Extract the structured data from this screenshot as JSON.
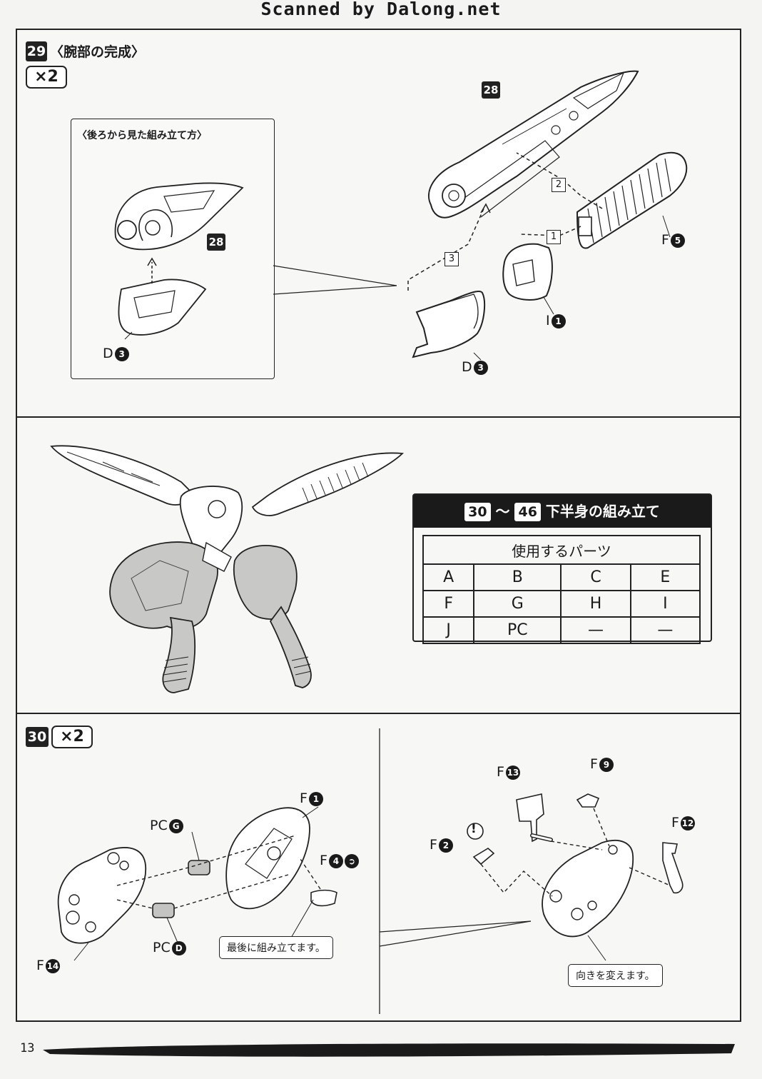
{
  "scan_credit": "Scanned by Dalong.net",
  "step29": {
    "number": "29",
    "title": "〈腕部の完成〉",
    "multiplier": "×2",
    "inset_title": "〈後ろから見た組み立て方〉",
    "inset_parts": [
      {
        "letter": "D",
        "num": "3"
      }
    ],
    "inset_ref": "28",
    "main_ref": "28",
    "order_marks": [
      "1",
      "2",
      "3"
    ],
    "parts": [
      {
        "letter": "F",
        "num": "5"
      },
      {
        "letter": "I",
        "num": "1"
      },
      {
        "letter": "D",
        "num": "3"
      }
    ]
  },
  "section": {
    "range_start": "30",
    "range_sep": "〜",
    "range_end": "46",
    "title": "下半身の組み立て",
    "table_header": "使用するパーツ",
    "rows": [
      [
        "A",
        "B",
        "C",
        "E"
      ],
      [
        "F",
        "G",
        "H",
        "I"
      ],
      [
        "J",
        "PC",
        "—",
        "—"
      ]
    ]
  },
  "step30": {
    "number": "30",
    "multiplier": "×2",
    "left_parts": [
      {
        "letter": "F",
        "num": "1"
      },
      {
        "letter": "PC",
        "num": "G"
      },
      {
        "letter": "F",
        "num": "4"
      },
      {
        "letter": "PC",
        "num": "D"
      },
      {
        "letter": "F",
        "num": "14"
      }
    ],
    "note_last": "最後に組み立てます。",
    "right_parts": [
      {
        "letter": "F",
        "num": "13"
      },
      {
        "letter": "F",
        "num": "9"
      },
      {
        "letter": "F",
        "num": "2"
      },
      {
        "letter": "F",
        "num": "12"
      }
    ],
    "warning_mark": "!",
    "note_turn": "向きを変えます。"
  },
  "footer": {
    "page_number": "13"
  }
}
